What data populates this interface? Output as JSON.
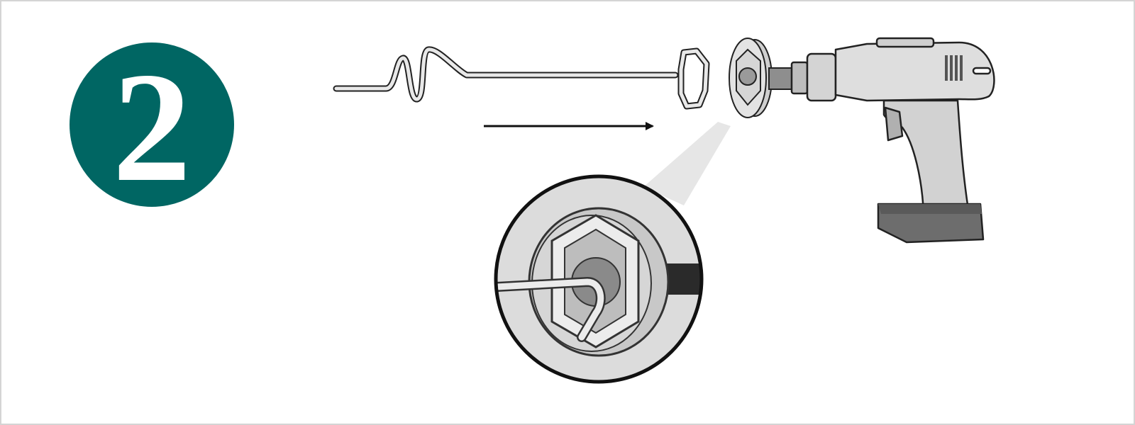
{
  "step": {
    "number": "2",
    "badge_color": "#006663"
  },
  "illustration": {
    "direction": "left-to-right",
    "parts": [
      "spiral-mixing-paddle",
      "hex-chuck-adapter",
      "cordless-drill"
    ],
    "inset": "magnified-hex-socket-detail",
    "colors": {
      "line": "#222222",
      "metal_light": "#e2e2e2",
      "metal_mid": "#bdbdbd",
      "metal_dark": "#8a8a8a",
      "battery": "#6d6d6d"
    }
  }
}
